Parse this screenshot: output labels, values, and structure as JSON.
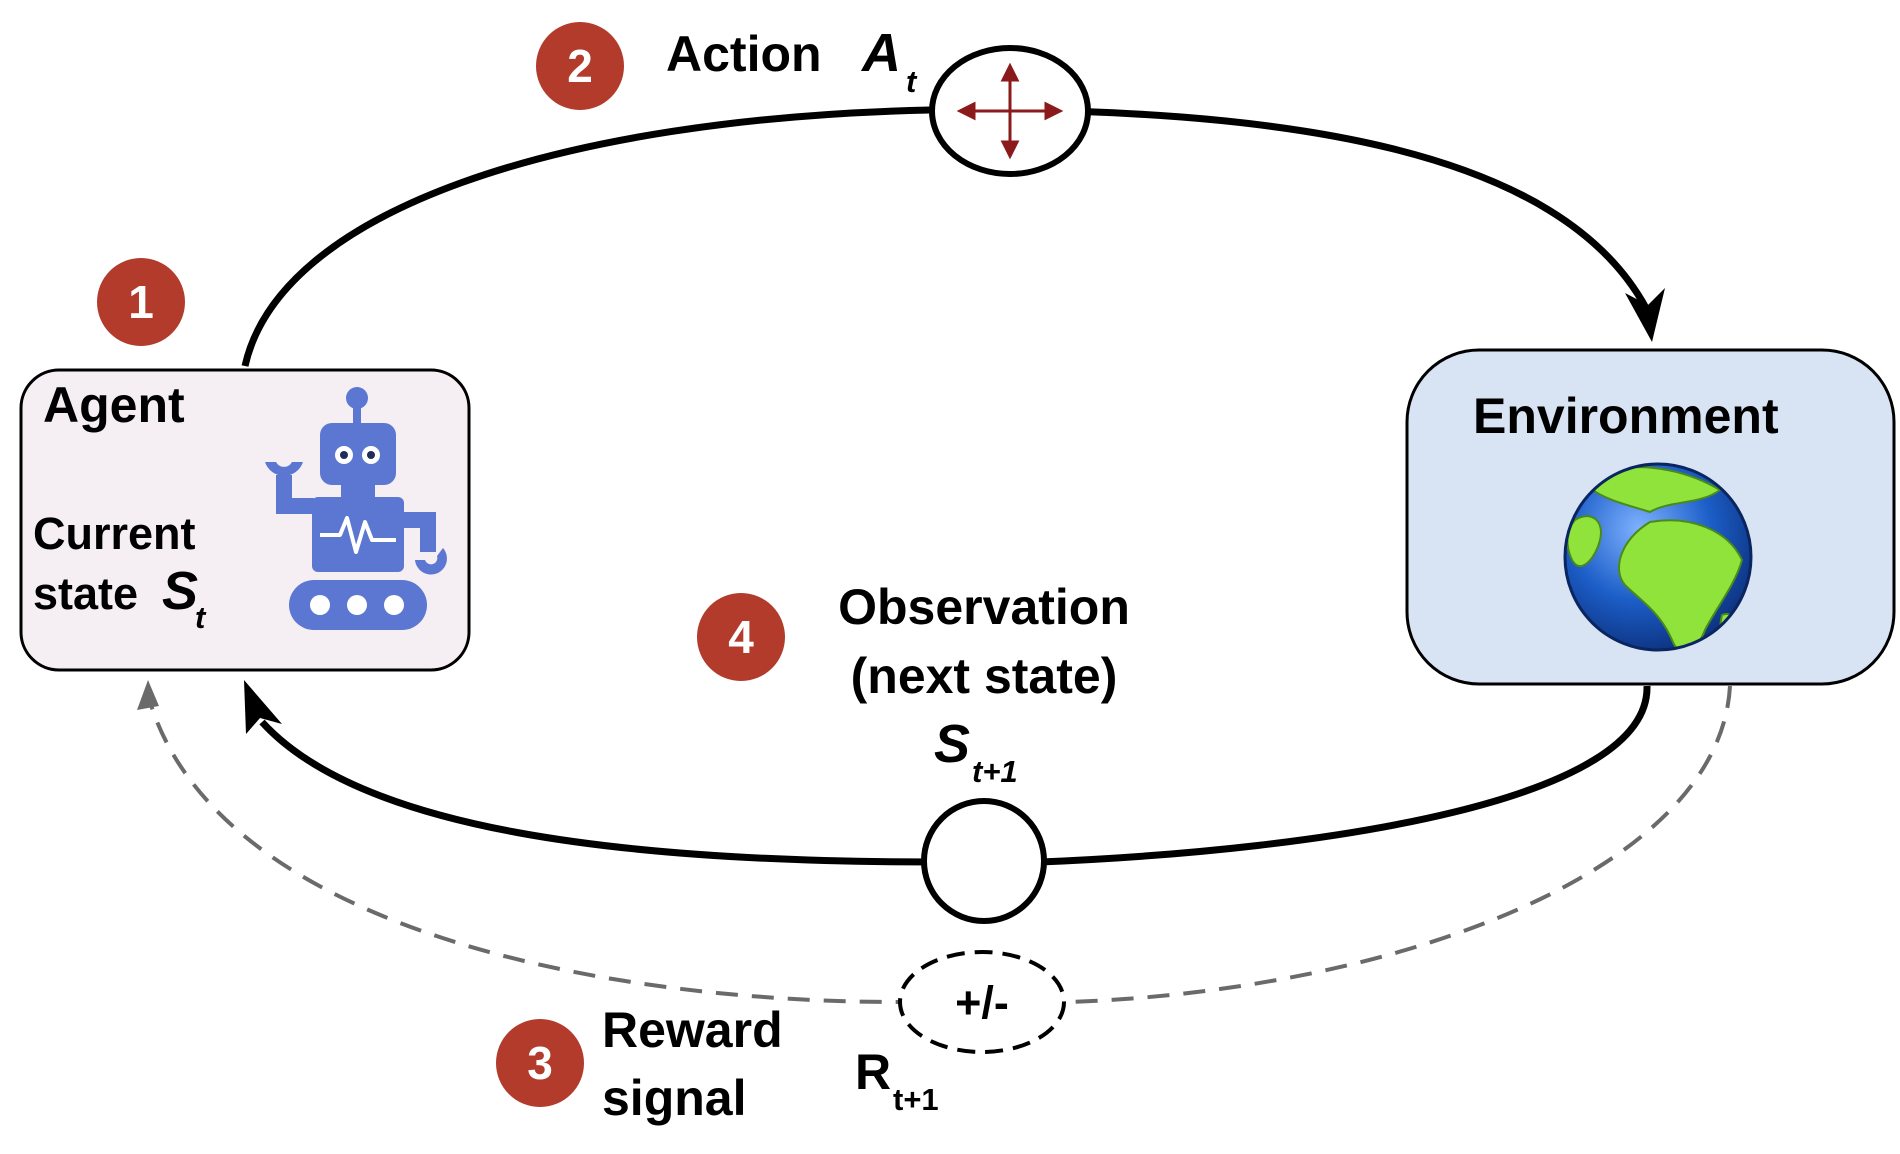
{
  "colors": {
    "badge": "#b23b2b",
    "agent_fill": "#f5eef2",
    "environment_fill": "#d8e3f3",
    "robot": "#5b77d2",
    "arrow_icon": "#8b1a1a",
    "dashed": "#6a6a6a",
    "globe_ocean": "#1c5ec8",
    "globe_land": "#8fe33a"
  },
  "agent": {
    "title": "Agent",
    "line1": "Current",
    "line2": "state",
    "symbol": "S",
    "subscript": "t",
    "icon": "robot-icon"
  },
  "environment": {
    "title": "Environment",
    "icon": "globe-icon"
  },
  "steps": {
    "one": {
      "number": "1"
    },
    "two": {
      "number": "2",
      "label": "Action",
      "symbol": "A",
      "subscript": "t",
      "icon": "four-way-arrow-icon"
    },
    "three": {
      "number": "3",
      "line1": "Reward",
      "line2": "signal",
      "value": "+/-",
      "symbol": "R",
      "subscript": "t+1"
    },
    "four": {
      "number": "4",
      "line1": "Observation",
      "line2": "(next state)",
      "symbol": "S",
      "subscript": "t+1"
    }
  }
}
